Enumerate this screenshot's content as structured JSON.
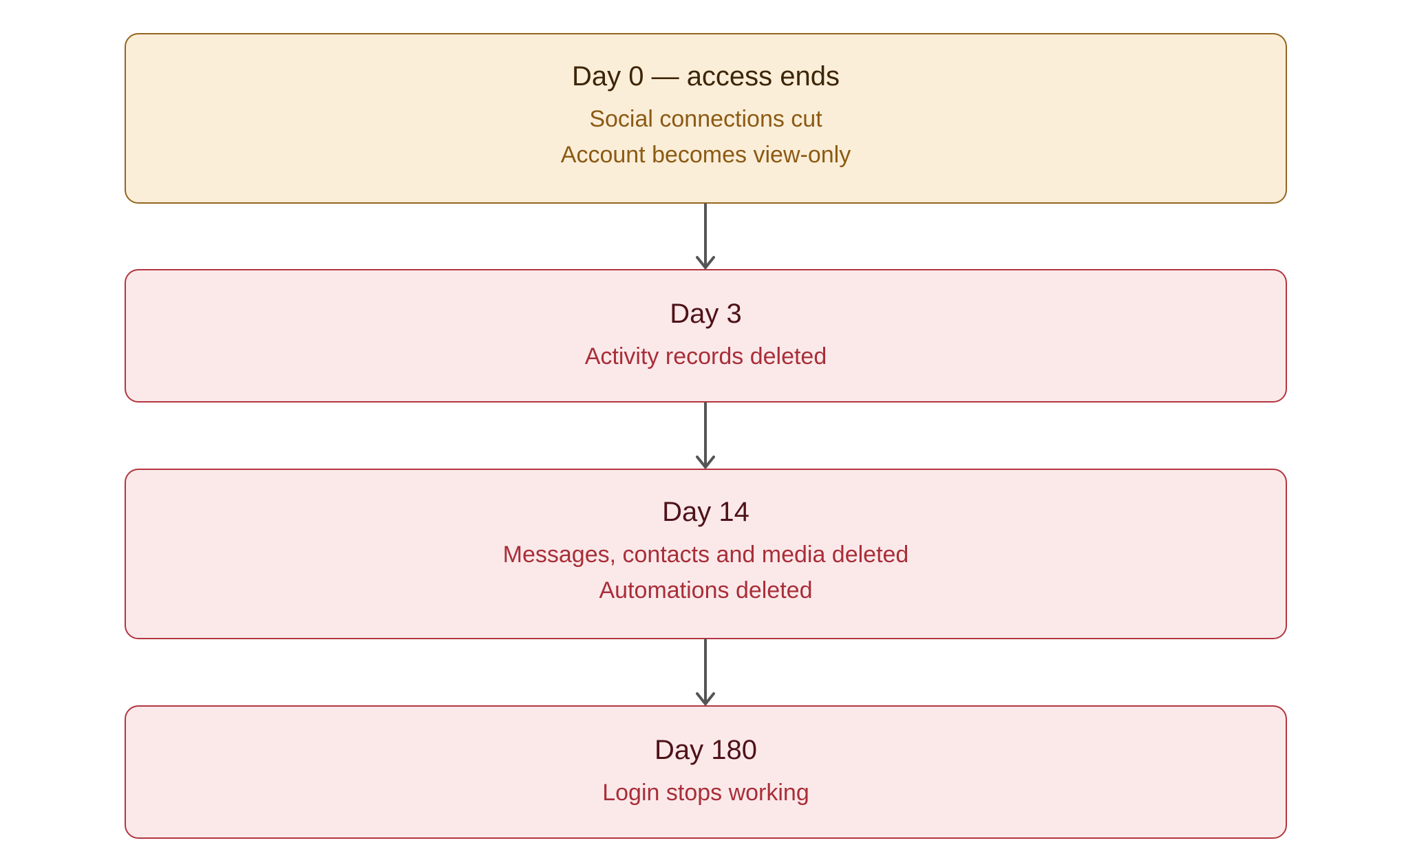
{
  "stages": [
    {
      "title": "Day 0 — access ends",
      "lines": [
        "Social connections cut",
        "Account becomes view-only"
      ],
      "tone": "warn"
    },
    {
      "title": "Day 3",
      "lines": [
        "Activity records deleted"
      ],
      "tone": "danger"
    },
    {
      "title": "Day 14",
      "lines": [
        "Messages, contacts and media deleted",
        "Automations deleted"
      ],
      "tone": "danger"
    },
    {
      "title": "Day 180",
      "lines": [
        "Login stops working"
      ],
      "tone": "danger"
    }
  ],
  "colors": {
    "warn_fill": "#fbeed9",
    "warn_border": "#94651f",
    "danger_fill": "#fbe9ea",
    "danger_border": "#b2353f",
    "arrow": "#555555"
  },
  "connector_icon": "arrow-down-icon"
}
